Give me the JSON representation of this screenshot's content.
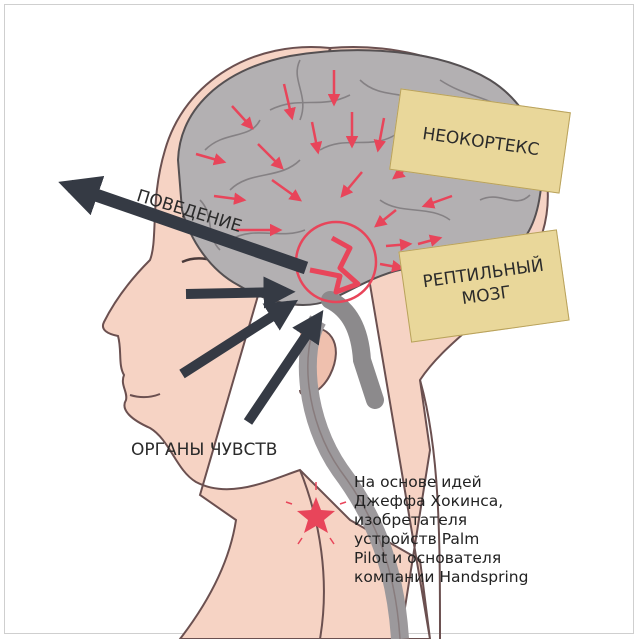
{
  "labels": {
    "neocortex": "НЕОКОРТЕКС",
    "reptile_line1": "РЕПТИЛЬНЫЙ",
    "reptile_line2": "МОЗГ",
    "behavior": "ПОВЕДЕНИЕ",
    "senses": "ОРГАНЫ ЧУВСТВ"
  },
  "note": {
    "lines": [
      "На основе идей",
      "Джеффа Хокинса,",
      "изобретателя",
      "устройств Palm",
      "Pilot и основателя",
      "компании Handspring"
    ]
  },
  "colors": {
    "skin": "#f6d3c4",
    "skin_outline": "#6b5050",
    "brain": "#b3b0b2",
    "brain_outline": "#555052",
    "arrow_dark": "#353a44",
    "arrow_red": "#e8455a",
    "box_fill": "#e9d79a"
  }
}
